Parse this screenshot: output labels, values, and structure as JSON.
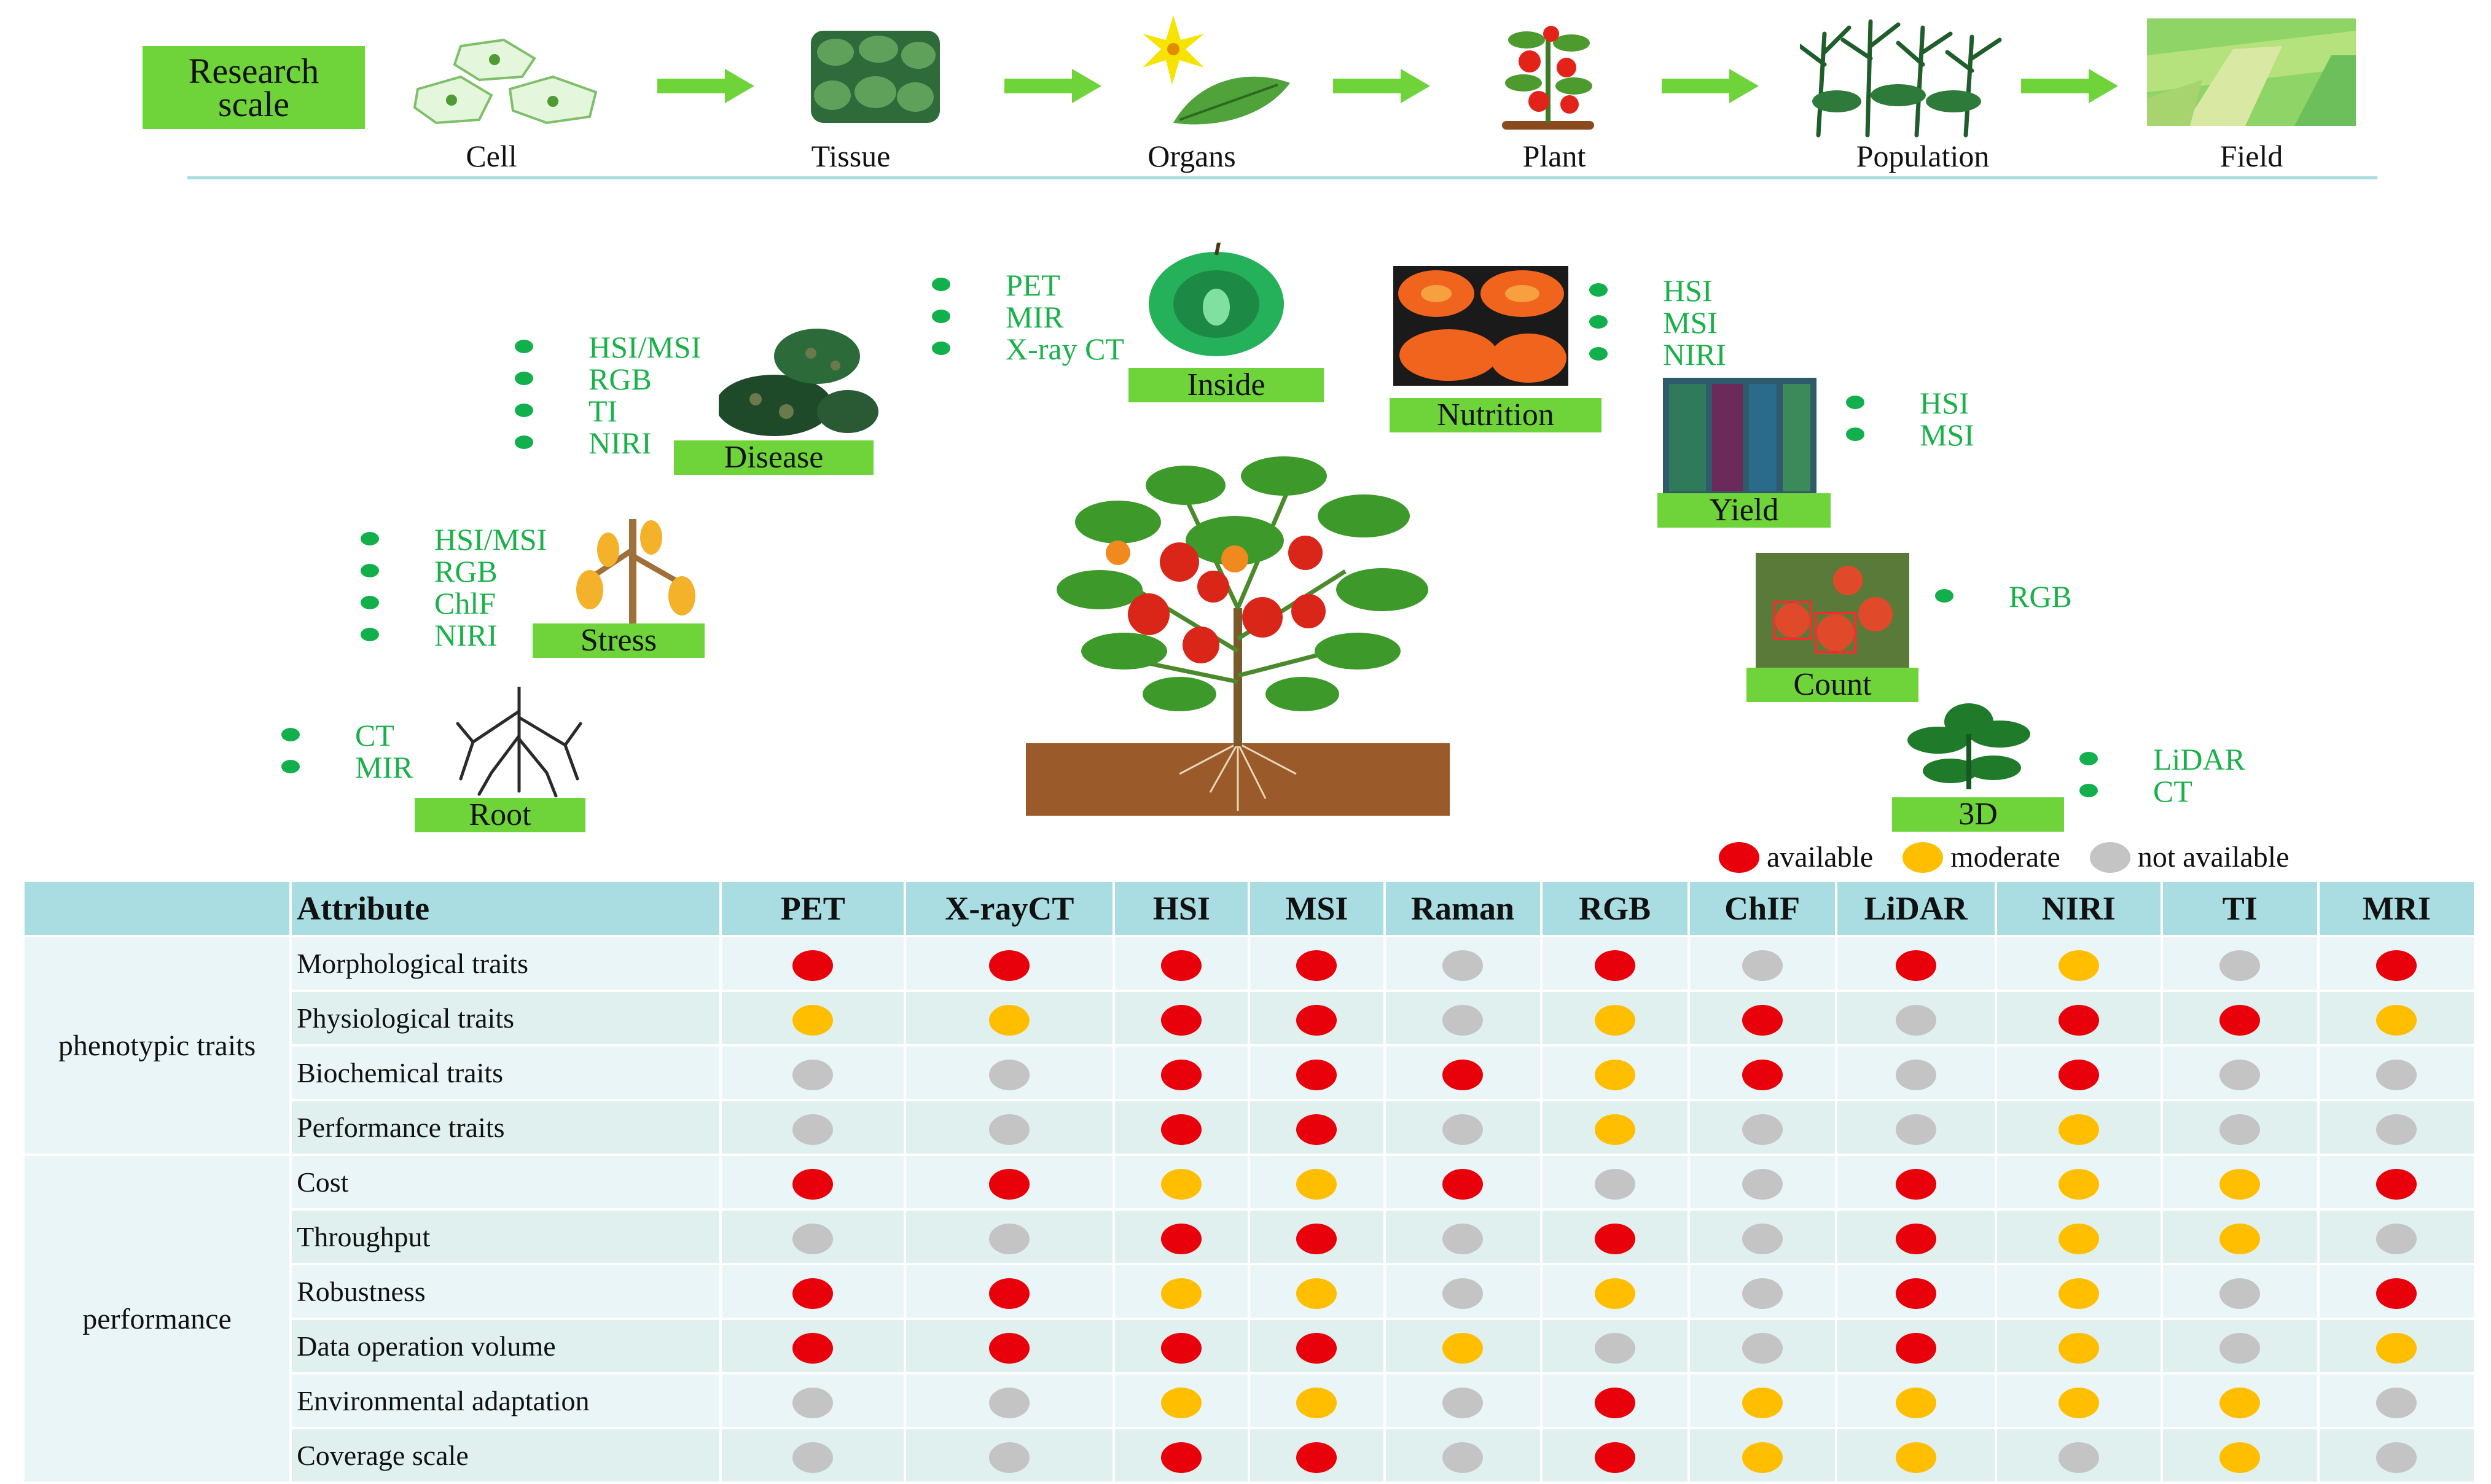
{
  "scale": {
    "label": "Research scale",
    "stages": [
      "Cell",
      "Tissue",
      "Organs",
      "Plant",
      "Population",
      "Field"
    ]
  },
  "traits": {
    "inside": {
      "label": "Inside",
      "techs": [
        "PET",
        "MIR",
        "X-ray CT"
      ]
    },
    "disease": {
      "label": "Disease",
      "techs": [
        "HSI/MSI",
        "RGB",
        "TI",
        "NIRI"
      ]
    },
    "stress": {
      "label": "Stress",
      "techs": [
        "HSI/MSI",
        "RGB",
        "ChlF",
        "NIRI"
      ]
    },
    "root": {
      "label": "Root",
      "techs": [
        "CT",
        "MIR"
      ]
    },
    "nutrition": {
      "label": "Nutrition",
      "techs": [
        "HSI",
        "MSI",
        "NIRI"
      ]
    },
    "yield": {
      "label": "Yield",
      "techs": [
        "HSI",
        "MSI"
      ]
    },
    "count": {
      "label": "Count",
      "techs": [
        "RGB"
      ]
    },
    "three_d": {
      "label": "3D",
      "techs": [
        "LiDAR",
        "CT"
      ]
    }
  },
  "legend": {
    "items": [
      {
        "label": "available",
        "color": "#e8000a"
      },
      {
        "label": "moderate",
        "color": "#ffbf00"
      },
      {
        "label": "not available",
        "color": "#c4c4c4"
      }
    ]
  },
  "table": {
    "header": "Attribute",
    "columns": [
      "PET",
      "X-rayCT",
      "HSI",
      "MSI",
      "Raman",
      "RGB",
      "ChIF",
      "LiDAR",
      "NIRI",
      "TI",
      "MRI"
    ],
    "groups": [
      {
        "name": "phenotypic traits",
        "rows": [
          {
            "label": "Morphological traits",
            "values": [
              "available",
              "available",
              "available",
              "available",
              "not available",
              "available",
              "not available",
              "available",
              "moderate",
              "not available",
              "available"
            ]
          },
          {
            "label": "Physiological traits",
            "values": [
              "moderate",
              "moderate",
              "available",
              "available",
              "not available",
              "moderate",
              "available",
              "not available",
              "available",
              "available",
              "moderate"
            ]
          },
          {
            "label": "Biochemical traits",
            "values": [
              "not available",
              "not available",
              "available",
              "available",
              "available",
              "moderate",
              "available",
              "not available",
              "available",
              "not available",
              "not available"
            ]
          },
          {
            "label": "Performance traits",
            "values": [
              "not available",
              "not available",
              "available",
              "available",
              "not available",
              "moderate",
              "not available",
              "not available",
              "moderate",
              "not available",
              "not available"
            ]
          }
        ]
      },
      {
        "name": "performance",
        "rows": [
          {
            "label": "Cost",
            "values": [
              "available",
              "available",
              "moderate",
              "moderate",
              "available",
              "not available",
              "not available",
              "available",
              "moderate",
              "moderate",
              "available"
            ]
          },
          {
            "label": "Throughput",
            "values": [
              "not available",
              "not available",
              "available",
              "available",
              "not available",
              "available",
              "not available",
              "available",
              "moderate",
              "moderate",
              "not available"
            ]
          },
          {
            "label": "Robustness",
            "values": [
              "available",
              "available",
              "moderate",
              "moderate",
              "not available",
              "moderate",
              "not available",
              "available",
              "moderate",
              "not available",
              "available"
            ]
          },
          {
            "label": "Data operation volume",
            "values": [
              "available",
              "available",
              "available",
              "available",
              "moderate",
              "not available",
              "not available",
              "available",
              "moderate",
              "not available",
              "moderate"
            ]
          },
          {
            "label": "Environmental adaptation",
            "values": [
              "not available",
              "not available",
              "moderate",
              "moderate",
              "not available",
              "available",
              "moderate",
              "moderate",
              "moderate",
              "moderate",
              "not available"
            ]
          },
          {
            "label": "Coverage scale",
            "values": [
              "not available",
              "not available",
              "available",
              "available",
              "not available",
              "available",
              "moderate",
              "moderate",
              "not available",
              "moderate",
              "not available"
            ]
          }
        ]
      }
    ]
  }
}
